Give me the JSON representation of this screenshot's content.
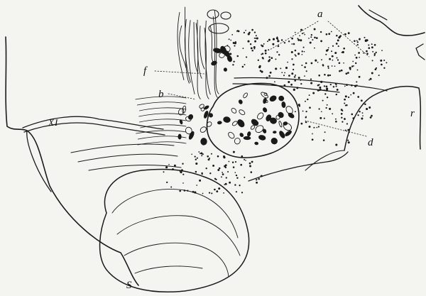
{
  "figure": {
    "labels": {
      "a": "a",
      "b": "b",
      "f": "f",
      "d": "d",
      "r": "r",
      "xi": "XI",
      "s": "S"
    },
    "colors": {
      "ink": "#1a1a1a",
      "paper": "#f4f4f1"
    }
  }
}
